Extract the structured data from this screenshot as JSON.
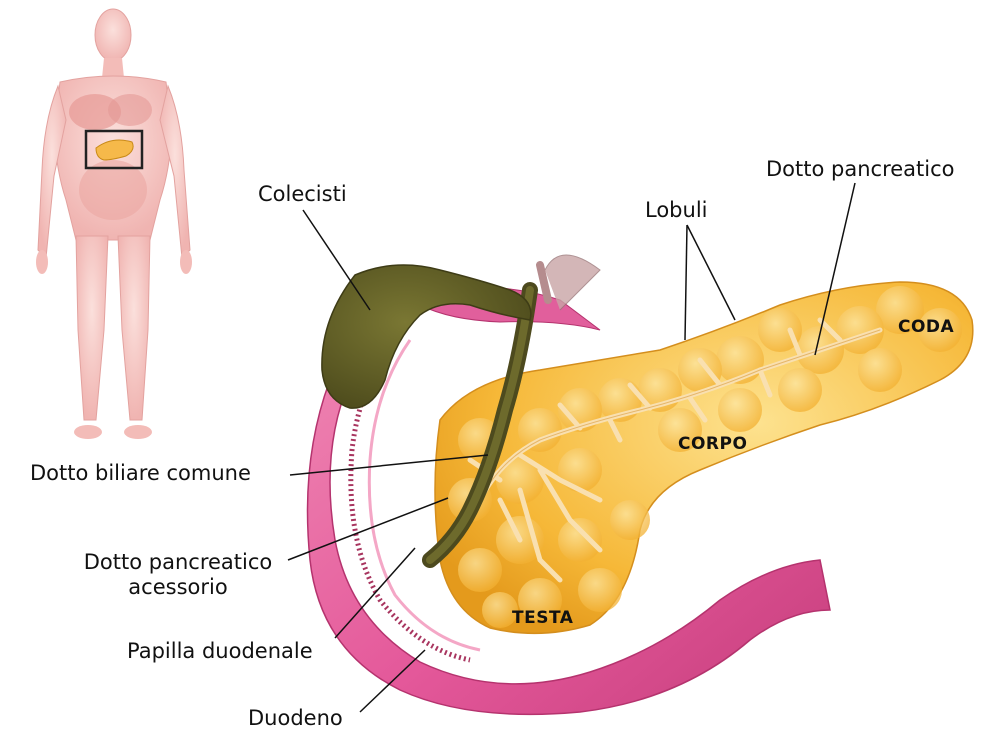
{
  "labels": {
    "colecisti": "Colecisti",
    "lobuli": "Lobuli",
    "dotto_pancreatico": "Dotto pancreatico",
    "dotto_biliare": "Dotto biliare comune",
    "dotto_accessorio_1": "Dotto pancreatico",
    "dotto_accessorio_2": "acessorio",
    "papilla": "Papilla duodenale",
    "duodeno": "Duodeno"
  },
  "regions": {
    "coda": "CODA",
    "corpo": "CORPO",
    "testa": "TESTA"
  },
  "colors": {
    "pancreas": "#f6b531",
    "pancreas_light": "#fcd77a",
    "duodenum": "#e7609a",
    "duodenum_dark": "#c53f7b",
    "gallbladder": "#5e5b26",
    "body_skin": "#f6c2bf",
    "duct": "#f9d9a7"
  }
}
